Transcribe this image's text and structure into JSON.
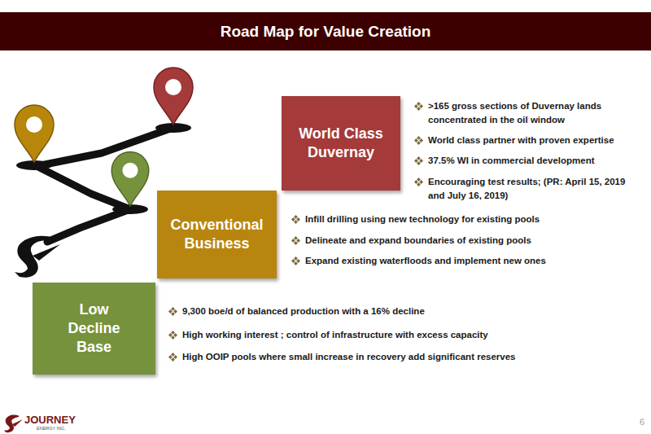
{
  "diagram": {
    "title": "Road Map for Value Creation",
    "nodes": [
      {
        "text": [
          "World Class Duvernay"
        ]
      },
      {
        "text": [
          "Conventional Business"
        ]
      },
      {
        "text": [
          "Low Decline Base"
        ]
      }
    ],
    "labels": [
      ">165 gross sections of Duvernay lands concentrated in the oil window",
      "World class partner with proven expertise",
      "37.5% WI in commercial development",
      "Encouraging test results; (PR: April 15, 2019 and July 16, 2019)",
      "Infill drilling using new technology for existing pools",
      "Delineate and expand boundaries of existing pools",
      "Expand existing waterfloods and implement new ones",
      "9,300 boe/d of balanced production with a 16% decline",
      "High working interest ; control of infrastructure with excess capacity",
      "High OOIP pools where small increase in recovery add significant reserves",
      "6",
      "JOURNEY",
      "ENERGY INC."
    ]
  }
}
